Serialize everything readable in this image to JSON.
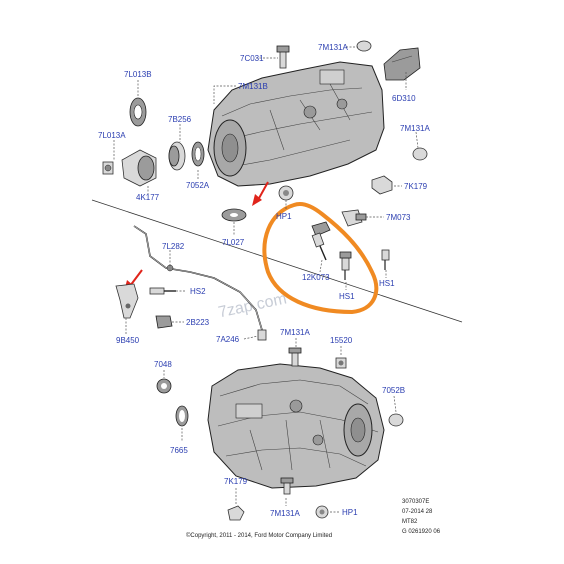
{
  "labels": {
    "c7C031": "7C031",
    "c7M131A_top": "7M131A",
    "c7L013B": "7L013B",
    "c7M131B": "7M131B",
    "c6D310": "6D310",
    "c7B256": "7B256",
    "c7L013A": "7L013A",
    "c7M131A_right": "7M131A",
    "c4K177": "4K177",
    "c7052A": "7052A",
    "c7K179_top": "7K179",
    "c7M073": "7M073",
    "cHP1_top": "HP1",
    "c7L027": "7L027",
    "c7L282": "7L282",
    "c12K073": "12K073",
    "cHS1_center": "HS1",
    "cHS1_right": "HS1",
    "cHS2": "HS2",
    "c2B223": "2B223",
    "c9B450": "9B450",
    "c7M131A_mid": "7M131A",
    "c15520": "15520",
    "c7A246": "7A246",
    "c7048": "7048",
    "c7052B": "7052B",
    "c7665": "7665",
    "c7K179_bottom": "7K179",
    "c7M131A_bottom": "7M131A",
    "cHP1_bottom": "HP1"
  },
  "footer": {
    "ref_code": "3070307E",
    "date": "07-2014 28",
    "model": "MT82",
    "g_code": "G 0261920 06",
    "copyright": "©Copyright, 2011 - 2014, Ford Motor Company Limited"
  },
  "watermark": "7zap.com",
  "colors": {
    "label": "#2a3db0",
    "highlight": "#f08a22",
    "arrow": "#e0241b"
  }
}
